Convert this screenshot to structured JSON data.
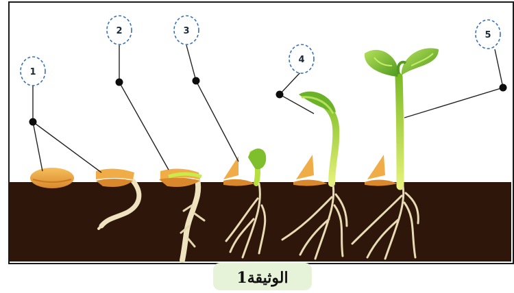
{
  "diagram": {
    "labels": [
      "1",
      "2",
      "3",
      "4",
      "5"
    ],
    "caption": "الوثيقة1",
    "colors": {
      "soil": "#2e160a",
      "seed": "#e8a245",
      "seed_dark": "#c97a22",
      "root": "#e9dcb4",
      "stem_light": "#d7ee5a",
      "stem": "#86c32a",
      "leaf": "#8cc63f",
      "leaf_dark": "#4f9a1f",
      "badge_border": "#3a6fb5",
      "line": "#222222"
    }
  }
}
